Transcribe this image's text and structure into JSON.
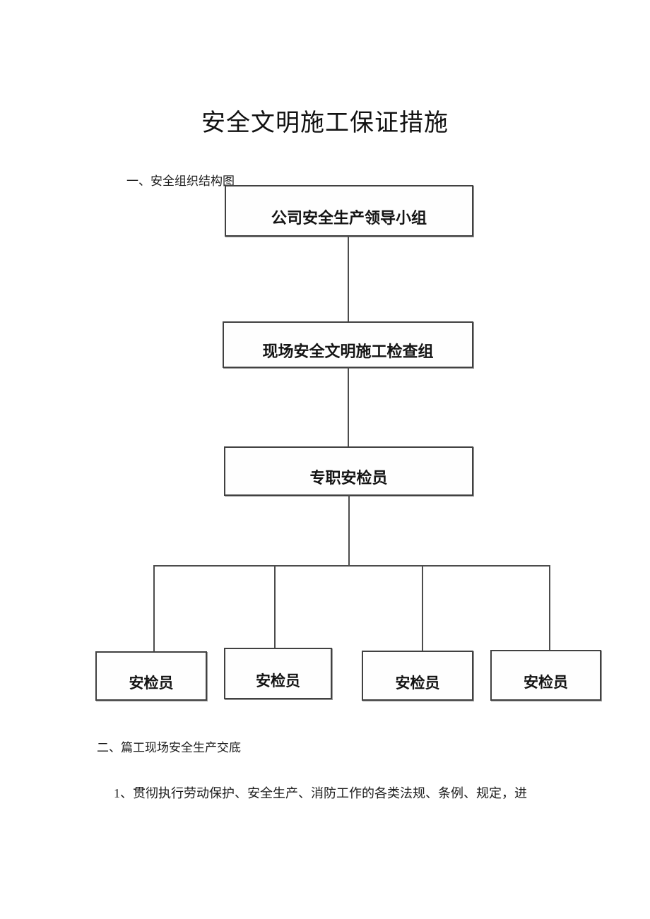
{
  "document": {
    "title": "安全文明施工保证措施",
    "sections": [
      {
        "heading": "一、安全组织结构图"
      },
      {
        "heading": "二、篇工现场安全生产交底"
      }
    ],
    "paragraph": "1、贯彻执行劳动保护、安全生产、消防工作的各类法规、条例、规定，进"
  },
  "org_chart": {
    "type": "flowchart",
    "levels": [
      {
        "nodes": [
          "公司安全生产领导小组"
        ]
      },
      {
        "nodes": [
          "现场安全文明施工检查组"
        ]
      },
      {
        "nodes": [
          "专职安检员"
        ]
      },
      {
        "nodes": [
          "安检员",
          "安检员",
          "安检员",
          "安检员"
        ]
      }
    ]
  },
  "colors": {
    "background": "#ffffff",
    "box_border": "#414141",
    "connector": "#4c4c4c",
    "text": "#1c1c1c"
  }
}
